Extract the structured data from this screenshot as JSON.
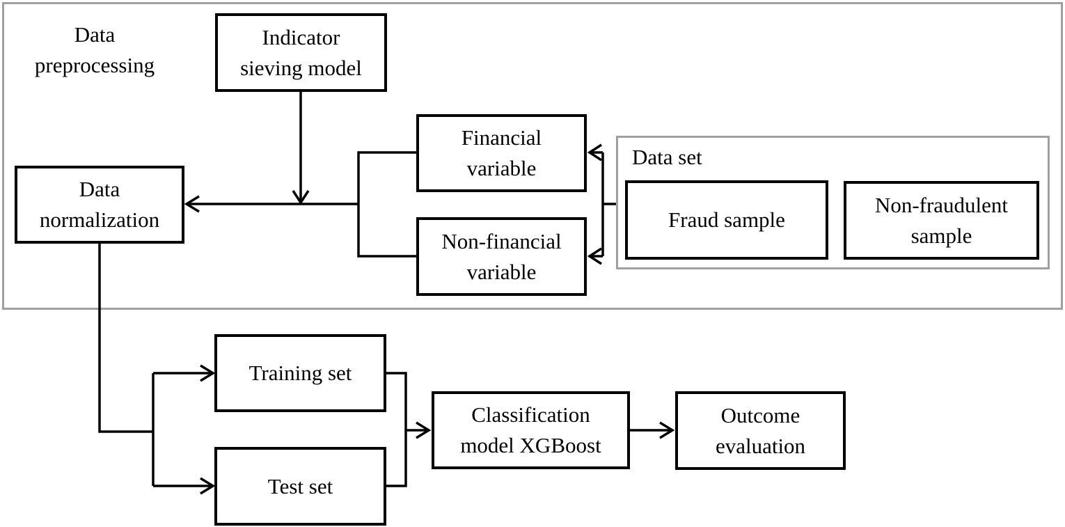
{
  "diagram": {
    "type": "flowchart",
    "colors": {
      "background": "#ffffff",
      "node_border": "#000000",
      "group_border": "#a0a0a0",
      "text": "#000000",
      "connector": "#000000"
    },
    "labels": {
      "preprocessing": "Data\npreprocessing",
      "dataset_group": "Data set"
    },
    "nodes": {
      "indicator_sieving_model": "Indicator\nsieving model",
      "data_normalization": "Data\nnormalization",
      "financial_variable": "Financial\nvariable",
      "non_financial_variable": "Non-financial\nvariable",
      "fraud_sample": "Fraud sample",
      "non_fraudulent_sample": "Non-fraudulent\nsample",
      "training_set": "Training set",
      "test_set": "Test set",
      "classification_model": "Classification\nmodel XGBoost",
      "outcome_evaluation": "Outcome\nevaluation"
    },
    "edges": [
      {
        "from": "indicator_sieving_model",
        "to": "variables_junction"
      },
      {
        "from": "data_set",
        "to": "financial_variable"
      },
      {
        "from": "data_set",
        "to": "non_financial_variable"
      },
      {
        "from": "financial_variable",
        "to": "data_normalization"
      },
      {
        "from": "non_financial_variable",
        "to": "data_normalization"
      },
      {
        "from": "data_normalization",
        "to": "training_set"
      },
      {
        "from": "data_normalization",
        "to": "test_set"
      },
      {
        "from": "training_set",
        "to": "classification_model"
      },
      {
        "from": "test_set",
        "to": "classification_model"
      },
      {
        "from": "classification_model",
        "to": "outcome_evaluation"
      }
    ]
  }
}
